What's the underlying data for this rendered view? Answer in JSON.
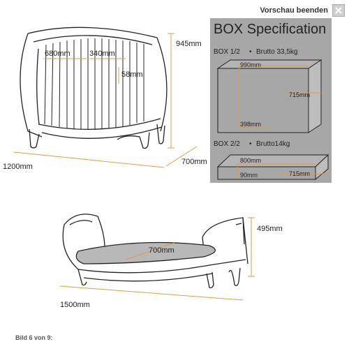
{
  "header": {
    "close_label": "Vorschau beenden",
    "close_icon": "close-icon"
  },
  "crib": {
    "height": "945mm",
    "bar_left": "680mm",
    "bar_mid": "340mm",
    "bar_gap": "58mm",
    "length": "1200mm",
    "depth": "700mm"
  },
  "box": {
    "title": "BOX Specification",
    "box1_label": "BOX 1/2",
    "box1_weight": "Brutto 33,5kg",
    "box1_width": "990mm",
    "box1_height": "715mm",
    "box1_depth": "398mm",
    "box2_label": "BOX 2/2",
    "box2_weight": "Brutto14kg",
    "box2_width": "800mm",
    "box2_depth": "90mm",
    "box2_height": "715mm",
    "bullet": "•"
  },
  "bed": {
    "height": "495mm",
    "inner": "700mm",
    "length": "1500mm"
  },
  "caption": "Bild 6 von 9:",
  "colors": {
    "accent": "#e39a3c",
    "panel": "#a7a7a7",
    "line": "#222222"
  }
}
